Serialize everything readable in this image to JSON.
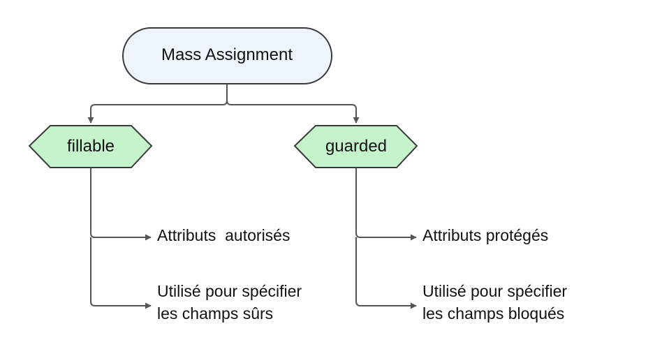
{
  "root": {
    "label": "Mass Assignment",
    "fill": "#edf4fc",
    "stroke": "#3a3a3a"
  },
  "branches": [
    {
      "label": "fillable",
      "fill": "#c5f4cc",
      "stroke": "#3a3a3a",
      "items": [
        {
          "lines": [
            "Attributs  autorisés"
          ]
        },
        {
          "lines": [
            "Utilisé pour spécifier",
            "les champs sûrs"
          ]
        }
      ]
    },
    {
      "label": "guarded",
      "fill": "#c5f4cc",
      "stroke": "#3a3a3a",
      "items": [
        {
          "lines": [
            "Attributs protégés"
          ]
        },
        {
          "lines": [
            "Utilisé pour spécifier",
            "les champs bloqués"
          ]
        }
      ]
    }
  ],
  "connector_color": "#555555"
}
